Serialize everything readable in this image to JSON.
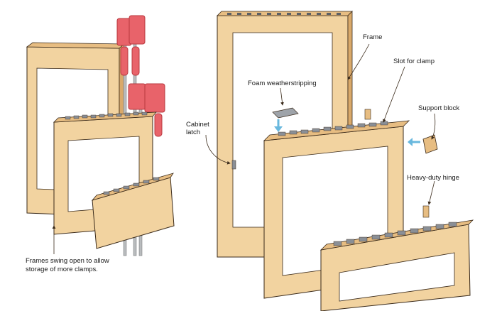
{
  "labels": {
    "frame": "Frame",
    "slot_for_clamp": "Slot for clamp",
    "foam_weatherstripping": "Foam weatherstripping",
    "support_block": "Support block",
    "cabinet_latch_line1": "Cabinet",
    "cabinet_latch_line2": "latch",
    "heavy_duty_hinge": "Heavy-duty hinge",
    "caption_line1": "Frames swing open to allow",
    "caption_line2": "storage of more clamps."
  },
  "colors": {
    "wood": "#f2d3a0",
    "wood_dark": "#d9a96a",
    "wood_shadow": "#c48f55",
    "clamp_red": "#e8636a",
    "clamp_red_dark": "#b8383f",
    "bar_steel": "#b9bcbe",
    "foam_pad": "#8a8f96",
    "arrow_blue": "#69b8de",
    "line": "#3a2a1a"
  }
}
